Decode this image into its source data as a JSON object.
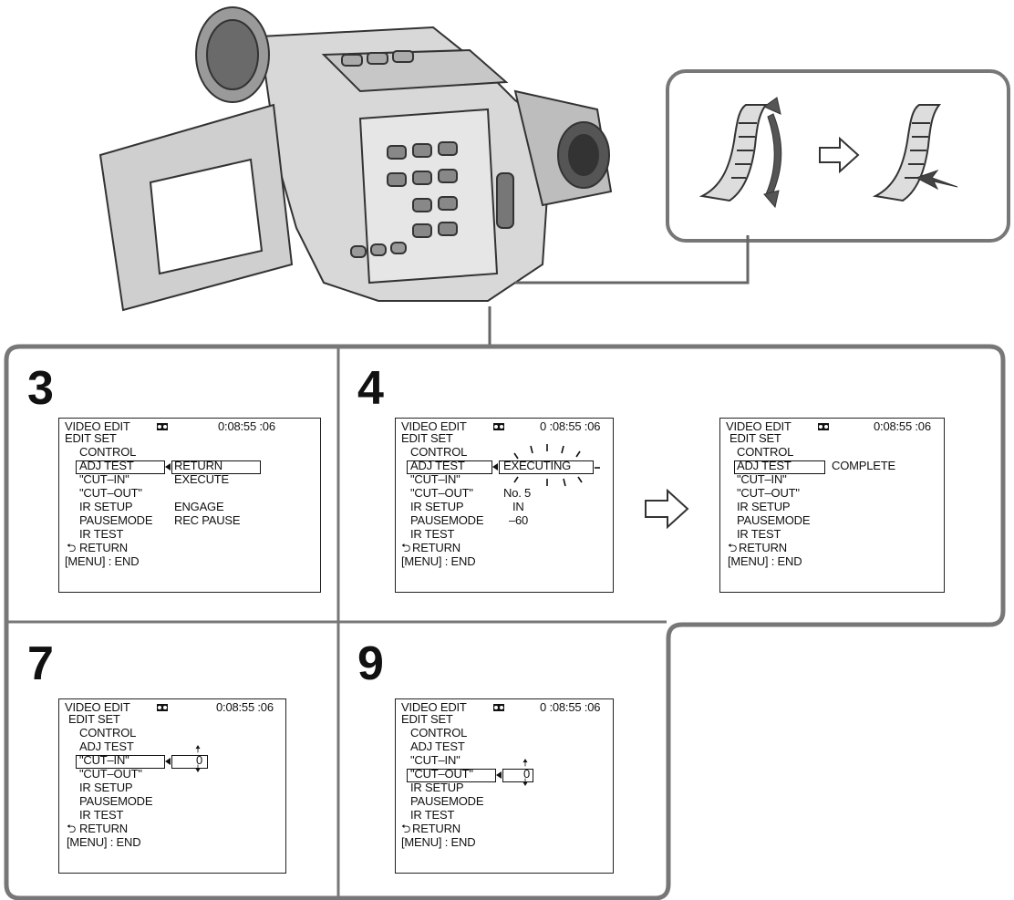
{
  "steps": {
    "step3": {
      "number": "3",
      "header_left": "VIDEO EDIT",
      "header_right": "0:08:55 :06",
      "items": [
        "EDIT SET",
        "CONTROL",
        "ADJ TEST",
        "\"CUT–IN\"",
        "\"CUT–OUT\"",
        "IR SETUP",
        "PAUSEMODE",
        "IR TEST",
        "RETURN",
        "[MENU] : END"
      ],
      "sub": [
        "RETURN",
        "EXECUTE",
        "ENGAGE",
        "REC PAUSE"
      ]
    },
    "step4a": {
      "number": "4",
      "header_left": "VIDEO EDIT",
      "header_right": "0 :08:55 :06",
      "items": [
        "EDIT SET",
        "CONTROL",
        "ADJ TEST",
        "\"CUT–IN\"",
        "\"CUT–OUT\"",
        "IR SETUP",
        "PAUSEMODE",
        "IR TEST",
        "RETURN",
        "[MENU] : END"
      ],
      "sub": [
        "EXECUTING",
        "No. 5",
        "IN",
        "–60"
      ]
    },
    "step4b": {
      "header_left": "VIDEO EDIT",
      "header_right": "0:08:55 :06",
      "items": [
        "EDIT SET",
        "CONTROL",
        "ADJ TEST",
        "\"CUT–IN\"",
        "\"CUT–OUT\"",
        "IR SETUP",
        "PAUSEMODE",
        "IR TEST",
        "RETURN",
        "[MENU] : END"
      ],
      "sub": [
        "COMPLETE"
      ]
    },
    "step7": {
      "number": "7",
      "header_left": "VIDEO EDIT",
      "header_right": "0:08:55 :06",
      "items": [
        "EDIT SET",
        "CONTROL",
        "ADJ TEST",
        "\"CUT–IN\"",
        "\"CUT–OUT\"",
        "IR SETUP",
        "PAUSEMODE",
        "IR TEST",
        "RETURN",
        "[MENU] : END"
      ],
      "value": "0"
    },
    "step9": {
      "number": "9",
      "header_left": "VIDEO EDIT",
      "header_right": "0 :08:55 :06",
      "items": [
        "EDIT SET",
        "CONTROL",
        "ADJ TEST",
        "\"CUT–IN\"",
        "\"CUT–OUT\"",
        "IR SETUP",
        "PAUSEMODE",
        "IR TEST",
        "RETURN",
        "[MENU] : END"
      ],
      "value": "0"
    }
  },
  "icons": [
    "camcorder-illustration",
    "jog-dial-turn-icon",
    "jog-dial-press-icon",
    "arrow-right-icon",
    "return-icon",
    "tape-icon"
  ]
}
